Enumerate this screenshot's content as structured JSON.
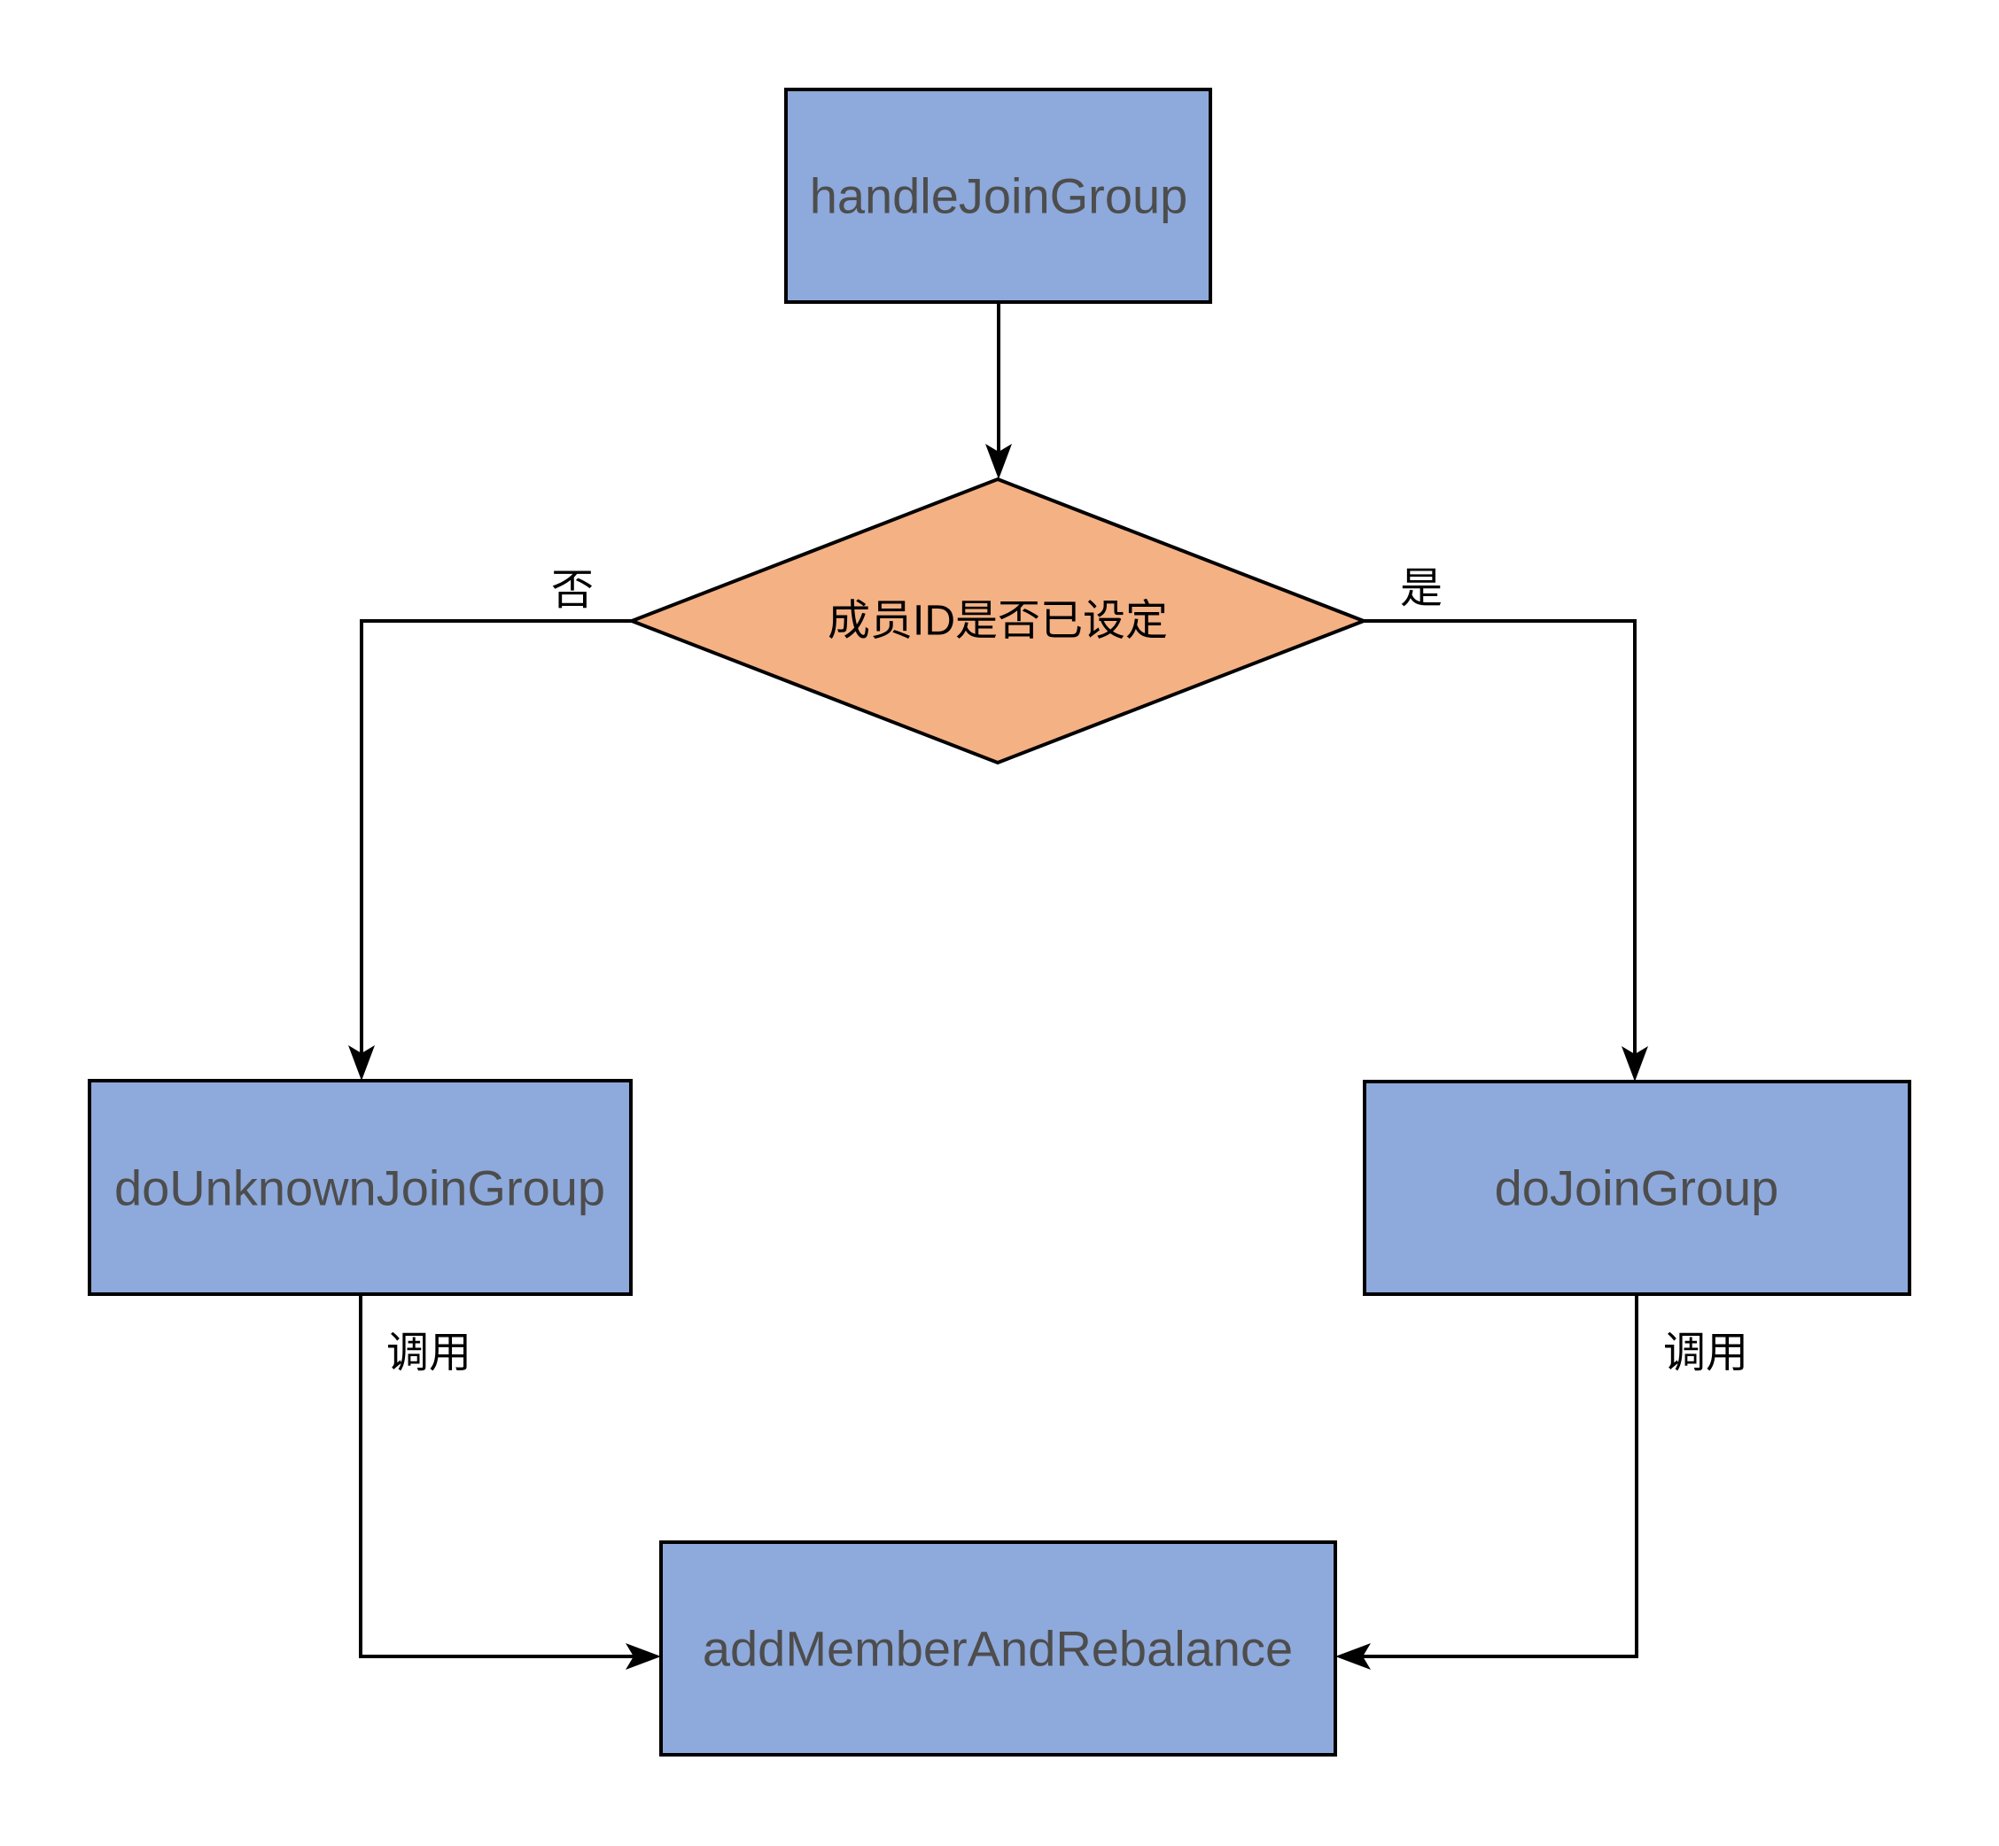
{
  "diagram": {
    "background": "#ffffff",
    "colors": {
      "process_fill": "#8ea9db",
      "decision_fill": "#f4b183",
      "stroke": "#000000",
      "process_text": "#4d4d4d",
      "edge_label_text": "#000000"
    },
    "nodes": [
      {
        "id": "handleJoinGroup",
        "type": "process",
        "label": "handleJoinGroup"
      },
      {
        "id": "memberIdCheck",
        "type": "decision",
        "label": "成员ID是否已设定"
      },
      {
        "id": "doUnknownJoinGroup",
        "type": "process",
        "label": "doUnknownJoinGroup"
      },
      {
        "id": "doJoinGroup",
        "type": "process",
        "label": "doJoinGroup"
      },
      {
        "id": "addMemberAndRebalance",
        "type": "process",
        "label": "addMemberAndRebalance"
      }
    ],
    "edges": [
      {
        "from": "handleJoinGroup",
        "to": "memberIdCheck",
        "label": ""
      },
      {
        "from": "memberIdCheck",
        "to": "doUnknownJoinGroup",
        "label": "否"
      },
      {
        "from": "memberIdCheck",
        "to": "doJoinGroup",
        "label": "是"
      },
      {
        "from": "doUnknownJoinGroup",
        "to": "addMemberAndRebalance",
        "label": "调用"
      },
      {
        "from": "doJoinGroup",
        "to": "addMemberAndRebalance",
        "label": "调用"
      }
    ]
  }
}
